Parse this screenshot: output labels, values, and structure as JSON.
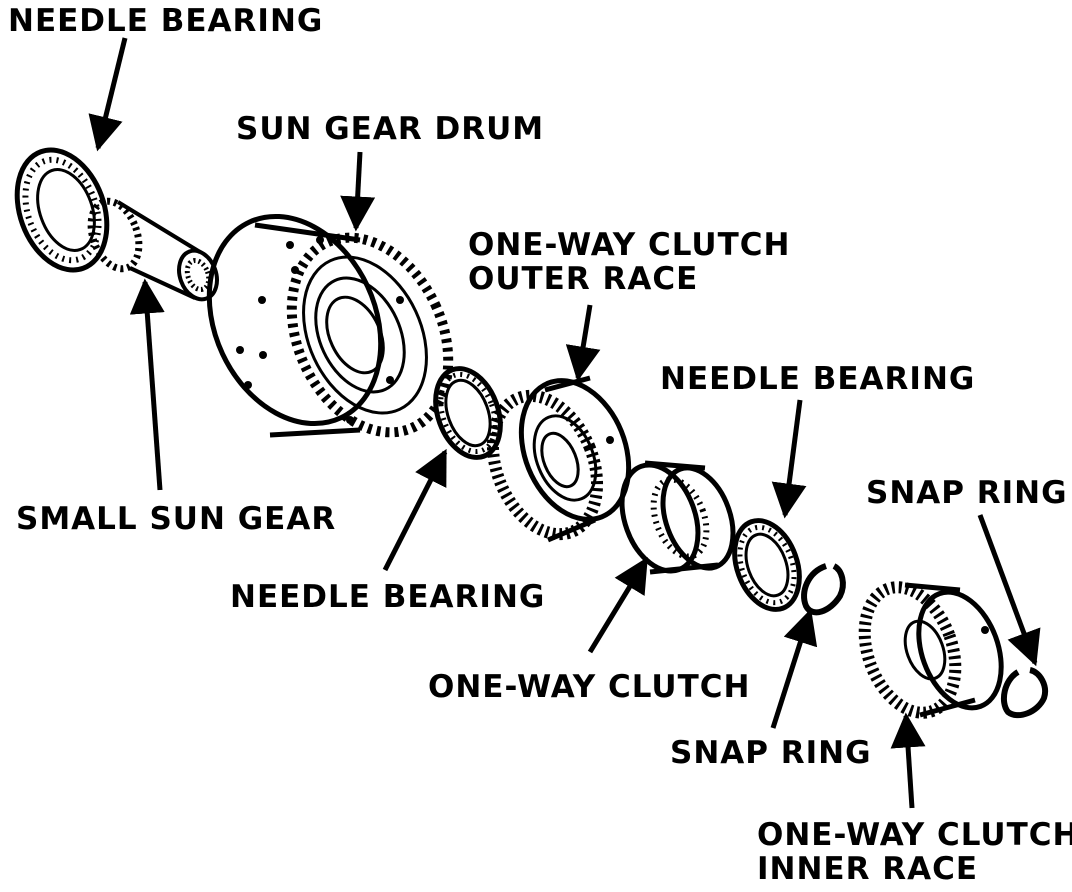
{
  "labels": {
    "needle_bearing_top": "NEEDLE BEARING",
    "sun_gear_drum": "SUN GEAR DRUM",
    "one_way_clutch_outer_race_1": "ONE-WAY CLUTCH",
    "one_way_clutch_outer_race_2": "OUTER RACE",
    "needle_bearing_right": "NEEDLE BEARING",
    "small_sun_gear": "SMALL SUN GEAR",
    "snap_ring_right": "SNAP RING",
    "needle_bearing_center": "NEEDLE BEARING",
    "one_way_clutch": "ONE-WAY CLUTCH",
    "snap_ring_center": "SNAP RING",
    "one_way_clutch_inner_race_1": "ONE-WAY CLUTCH",
    "one_way_clutch_inner_race_2": "INNER RACE"
  },
  "colors": {
    "ink": "#000000",
    "paper": "#ffffff"
  }
}
